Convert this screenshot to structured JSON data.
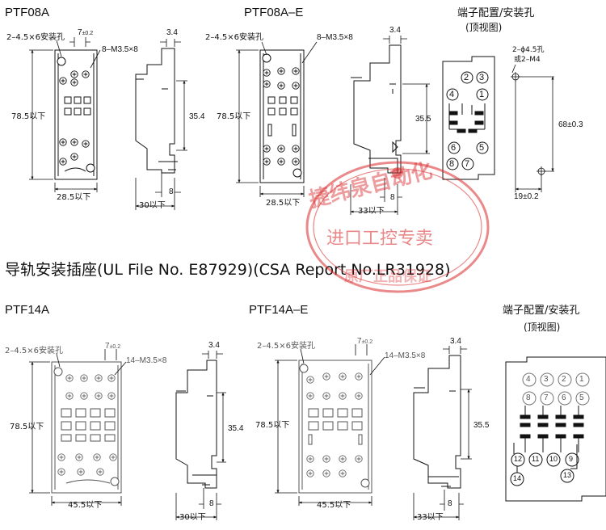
{
  "top": {
    "ptf08a": {
      "title": "PTF08A",
      "mount_holes": "2–4.5×6安装孔",
      "pitch": "7",
      "pitch_tol": "±0.2",
      "screws": "8–M3.5×8",
      "height": "78.5以下",
      "width": "28.5以下",
      "side_top": "3.4",
      "side_mid": "35.4",
      "side_depth": "30以下",
      "side_rail": "8"
    },
    "ptf08ae": {
      "title": "PTF08A–E",
      "mount_holes": "2–4.5×6安装孔",
      "screws": "8–M3.5×8",
      "height": "78.5以下",
      "width": "28.5以下",
      "side_top": "3.4",
      "side_mid": "35.5",
      "side_depth": "33以下",
      "side_rail": "8"
    },
    "terminal": {
      "title": "端子配置/安装孔",
      "subtitle": "(顶视图)",
      "terminals": [
        "2",
        "3",
        "4",
        "1",
        "6",
        "5",
        "8",
        "7"
      ],
      "holes_label_1": "2–ϕ4.5孔",
      "holes_label_2": "或2–M4",
      "pitch_v": "68±0.3",
      "pitch_h": "19±0.2"
    }
  },
  "section": {
    "heading": "导轨安装插座(UL File No. E87929)(CSA Report No.LR31928)"
  },
  "bottom": {
    "ptf14a": {
      "title": "PTF14A",
      "mount_holes": "2–4.5×6安装孔",
      "pitch": "7",
      "pitch_tol": "±0.2",
      "screws": "14–M3.5×8",
      "height": "78.5以下",
      "width": "45.5以下",
      "side_top": "3.4",
      "side_mid": "35.4",
      "side_depth": "30以下",
      "side_rail": "8"
    },
    "ptf14ae": {
      "title": "PTF14A–E",
      "mount_holes": "2–4.5×6安装孔",
      "pitch": "7",
      "pitch_tol": "±0.2",
      "screws": "14–M3.5×8",
      "height": "78.5以下",
      "width": "45.5以下",
      "side_top": "3.4",
      "side_mid": "35.5",
      "side_depth": "33以下",
      "side_rail": "8"
    },
    "terminal": {
      "title": "端子配置/安装孔",
      "subtitle": "(顶视图)",
      "row1": [
        "4",
        "3",
        "2",
        "1"
      ],
      "row2": [
        "8",
        "7",
        "6",
        "5"
      ],
      "row3": [
        "12",
        "11",
        "10",
        "9"
      ],
      "row4": [
        "14",
        "13"
      ]
    }
  },
  "watermark": {
    "line1": "捷纬泉自动化",
    "line2": "进口工控专卖",
    "line3": "原厂正品保证",
    "color": "#d8282a"
  }
}
